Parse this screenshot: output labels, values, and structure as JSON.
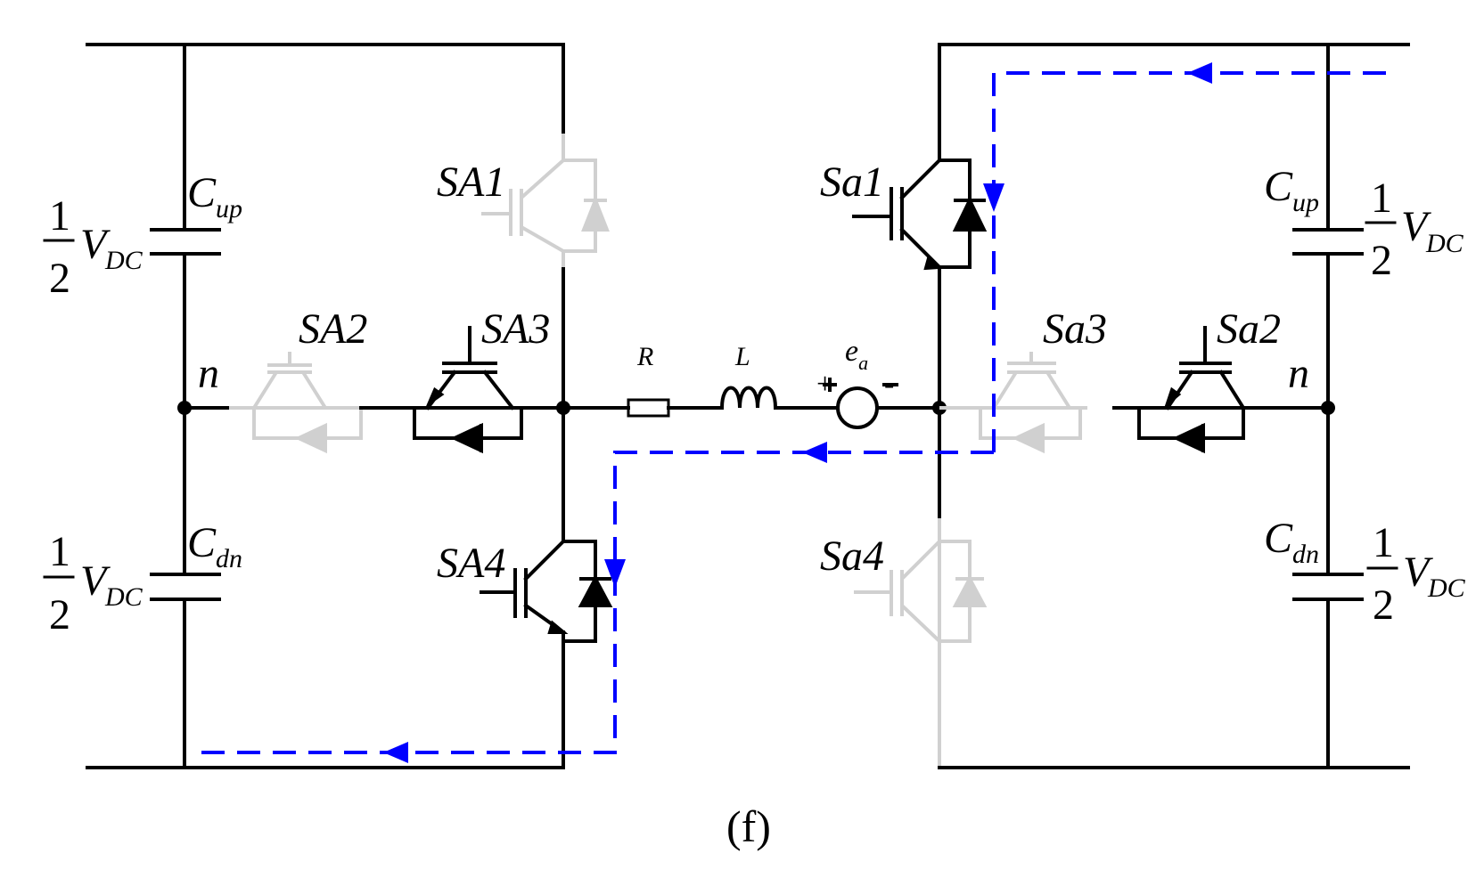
{
  "figure_label": "(f)",
  "colors": {
    "wire": "#000000",
    "inactive": "#d0d0d0",
    "current_path": "#0000ff"
  },
  "left": {
    "cap_up": {
      "main": "C",
      "sub": "up"
    },
    "cap_dn": {
      "main": "C",
      "sub": "dn"
    },
    "vdc_up": {
      "num": "1",
      "den": "2",
      "main": "V",
      "sub": "DC"
    },
    "vdc_dn": {
      "num": "1",
      "den": "2",
      "main": "V",
      "sub": "DC"
    },
    "node": "n",
    "switches": {
      "s1": "SA1",
      "s2": "SA2",
      "s3": "SA3",
      "s4": "SA4"
    },
    "active": {
      "s1": false,
      "s2": false,
      "s3": true,
      "s4": true
    }
  },
  "right": {
    "cap_up": {
      "main": "C",
      "sub": "up"
    },
    "cap_dn": {
      "main": "C",
      "sub": "dn"
    },
    "vdc_up": {
      "num": "1",
      "den": "2",
      "main": "V",
      "sub": "DC"
    },
    "vdc_dn": {
      "num": "1",
      "den": "2",
      "main": "V",
      "sub": "DC"
    },
    "node": "n",
    "switches": {
      "s1": "Sa1",
      "s2": "Sa2",
      "s3": "Sa3",
      "s4": "Sa4"
    },
    "active": {
      "s1": true,
      "s2": true,
      "s3": false,
      "s4": false
    }
  },
  "load": {
    "resistor": "R",
    "inductor": "L",
    "source": {
      "main": "e",
      "sub": "a"
    },
    "plus": "+",
    "minus": "-"
  }
}
